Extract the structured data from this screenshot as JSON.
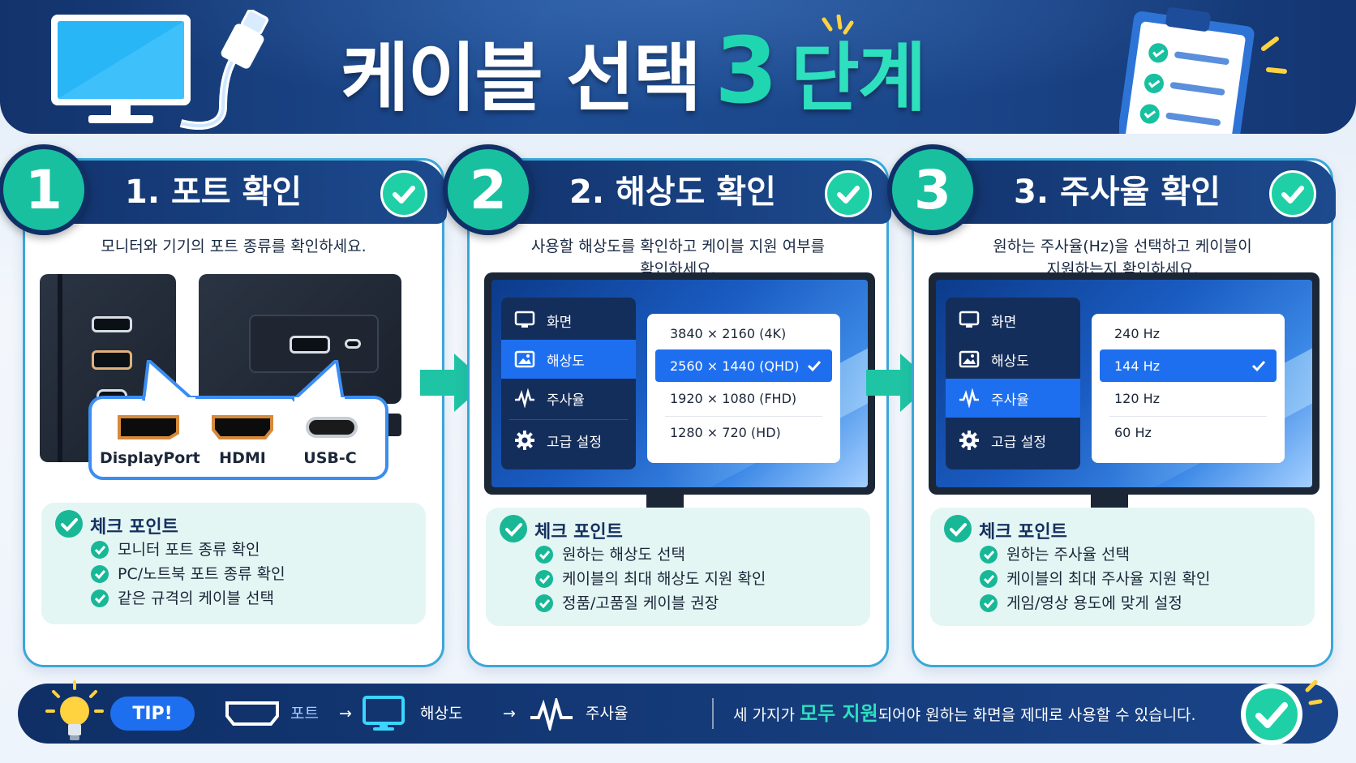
{
  "header": {
    "title_part1": "케이블 선택",
    "title_num": "3",
    "title_part2": "단계"
  },
  "steps": [
    {
      "number": "1",
      "title": "1. 포트 확인",
      "description": "모니터와 기기의 포트 종류를 확인하세요.",
      "ports": [
        "DisplayPort",
        "HDMI",
        "USB-C"
      ],
      "checkpoint_title": "체크 포인트",
      "checkpoints": [
        "모니터 포트 종류 확인",
        "PC/노트북 포트 종류 확인",
        "같은 규격의 케이블 선택"
      ]
    },
    {
      "number": "2",
      "title": "2. 해상도 확인",
      "description_line1": "사용할 해상도를 확인하고 케이블 지원 여부를",
      "description_line2": "확인하세요.",
      "menu": [
        "화면",
        "해상도",
        "주사율",
        "고급 설정"
      ],
      "active_menu": "해상도",
      "options": [
        "3840 × 2160 (4K)",
        "2560 × 1440 (QHD)",
        "1920 × 1080 (FHD)",
        "1280 × 720 (HD)"
      ],
      "selected_option": "2560 × 1440 (QHD)",
      "checkpoint_title": "체크 포인트",
      "checkpoints": [
        "원하는 해상도 선택",
        "케이블의 최대 해상도 지원 확인",
        "정품/고품질 케이블 권장"
      ]
    },
    {
      "number": "3",
      "title": "3. 주사율 확인",
      "description_line1": "원하는 주사율(Hz)을 선택하고 케이블이",
      "description_line2": "지원하는지 확인하세요.",
      "menu": [
        "화면",
        "해상도",
        "주사율",
        "고급 설정"
      ],
      "active_menu": "주사율",
      "options": [
        "240 Hz",
        "144 Hz",
        "120 Hz",
        "60 Hz"
      ],
      "selected_option": "144 Hz",
      "checkpoint_title": "체크 포인트",
      "checkpoints": [
        "원하는 주사율 선택",
        "케이블의 최대 주사율 지원 확인",
        "게임/영상 용도에 맞게 설정"
      ]
    }
  ],
  "tip": {
    "label": "TIP!",
    "flow": [
      "포트",
      "해상도",
      "주사율"
    ],
    "arrow": "→",
    "message_pre": "세 가지가 ",
    "message_highlight": "모두 지원",
    "message_post": "되어야 원하는 화면을 제대로 사용할 수 있습니다."
  },
  "colors": {
    "navy": "#13336b",
    "teal": "#18c0a0",
    "accent_blue": "#1e6ff0",
    "panel_border": "#3aa7d8"
  },
  "icons": [
    "monitor-icon",
    "cable-icon",
    "clipboard-icon",
    "check-icon",
    "image-icon",
    "pulse-icon",
    "gear-icon",
    "lightbulb-icon",
    "hdmi-port-icon"
  ]
}
